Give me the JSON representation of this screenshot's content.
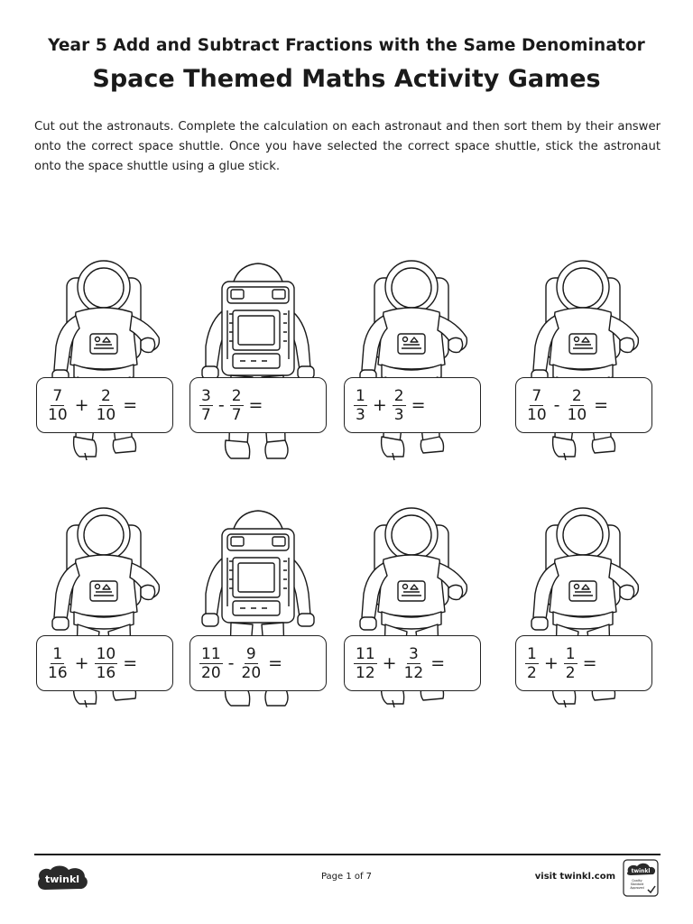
{
  "header": {
    "subtitle": "Year 5 Add and Subtract Fractions with the Same Denominator",
    "title": "Space Themed Maths Activity Games"
  },
  "instructions": "Cut out the astronauts. Complete the calculation on each astronaut and then sort them by their answer onto the correct space shuttle. Once you have selected the correct space shuttle, stick the astronaut onto the space shuttle using a glue stick.",
  "questions": [
    {
      "a_num": "7",
      "a_den": "10",
      "op": "+",
      "b_num": "2",
      "b_den": "10",
      "eq": "=",
      "figure": "front"
    },
    {
      "a_num": "3",
      "a_den": "7",
      "op": "-",
      "b_num": "2",
      "b_den": "7",
      "eq": "=",
      "figure": "back"
    },
    {
      "a_num": "1",
      "a_den": "3",
      "op": "+",
      "b_num": "2",
      "b_den": "3",
      "eq": "=",
      "figure": "front"
    },
    {
      "a_num": "7",
      "a_den": "10",
      "op": "-",
      "b_num": "2",
      "b_den": "10",
      "eq": "=",
      "figure": "front"
    },
    {
      "a_num": "1",
      "a_den": "16",
      "op": "+",
      "b_num": "10",
      "b_den": "16",
      "eq": "=",
      "figure": "front"
    },
    {
      "a_num": "11",
      "a_den": "20",
      "op": "-",
      "b_num": "9",
      "b_den": "20",
      "eq": "=",
      "figure": "back"
    },
    {
      "a_num": "11",
      "a_den": "12",
      "op": "+",
      "b_num": "3",
      "b_den": "12",
      "eq": "=",
      "figure": "front"
    },
    {
      "a_num": "1",
      "a_den": "2",
      "op": "+",
      "b_num": "1",
      "b_den": "2",
      "eq": "=",
      "figure": "front"
    }
  ],
  "footer": {
    "logo_text": "twinkl",
    "page_label": "Page 1 of 7",
    "visit_text": "visit twinkl.com",
    "badge_top": "twinkl",
    "badge_bottom": "Quality Standard Approved"
  }
}
